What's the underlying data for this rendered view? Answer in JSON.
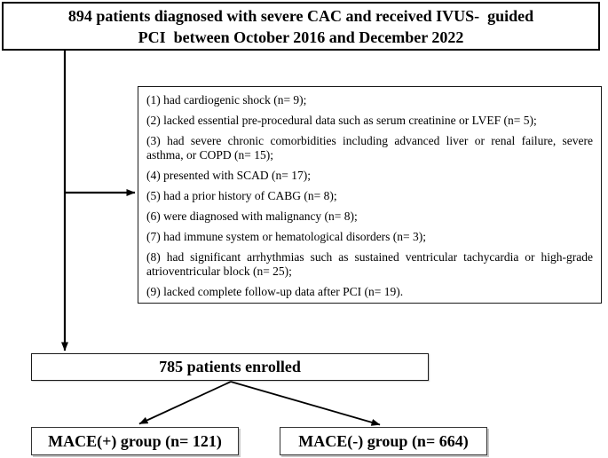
{
  "figure": {
    "type": "patient-flow-diagram",
    "top_box": {
      "line1": "894 patients diagnosed with severe CAC and received IVUS-  guided",
      "line2": "PCI  between October 2016 and December 2022"
    },
    "exclusion_box": {
      "items": [
        "(1) had cardiogenic shock (n= 9);",
        "(2) lacked essential pre-procedural data such as serum creatinine or LVEF (n= 5);",
        "(3) had severe chronic comorbidities including advanced liver or renal failure, severe asthma, or COPD (n= 15);",
        "(4) presented with SCAD (n= 17);",
        "(5) had a prior history of CABG (n= 8);",
        "(6) were diagnosed with malignancy (n= 8);",
        "(7) had immune system or hematological disorders (n= 3);",
        "(8) had significant arrhythmias such as sustained ventricular tachycardia or high-grade atrioventricular block (n= 25);",
        "(9) lacked complete follow-up data after PCI (n= 19)."
      ]
    },
    "enrolled_box": {
      "text": "785 patients enrolled"
    },
    "mace_positive_box": {
      "text": "MACE(+) group (n= 121)"
    },
    "mace_negative_box": {
      "text": "MACE(-) group (n= 664)"
    }
  },
  "colors": {
    "text": "#000000",
    "border": "#000000",
    "background": "#ffffff",
    "shadow": "#c8c8c8"
  }
}
